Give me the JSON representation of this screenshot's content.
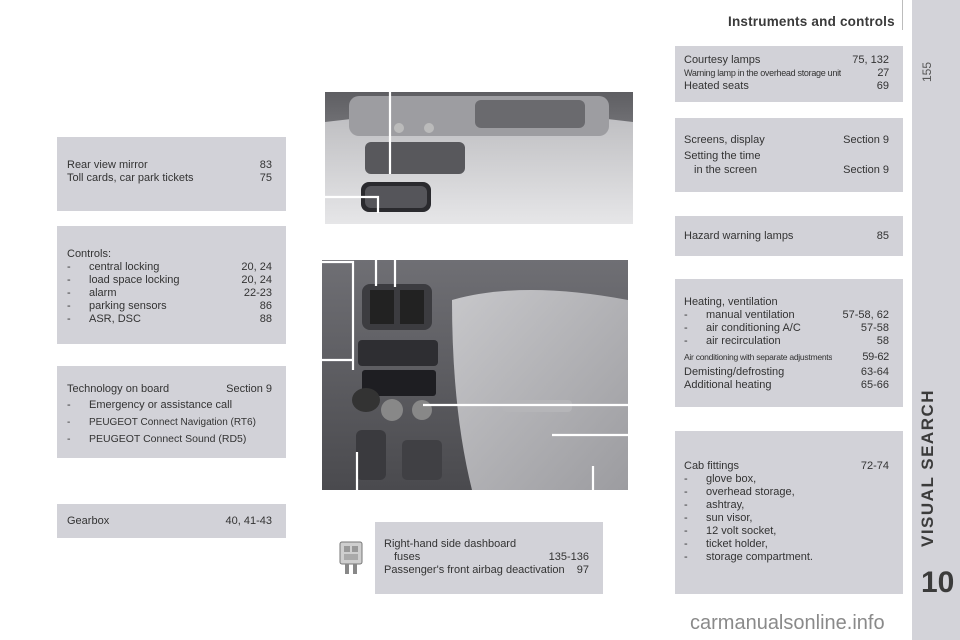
{
  "header": {
    "title": "Instruments and controls",
    "page_number": "155"
  },
  "sidebar": {
    "label": "VISUAL SEARCH",
    "chapter": "10"
  },
  "left": {
    "mirror": [
      {
        "label": "Rear view mirror",
        "page": "83"
      },
      {
        "label": "Toll cards, car park tickets",
        "page": "75"
      }
    ],
    "controls_title": "Controls:",
    "controls": [
      {
        "label": "central locking",
        "page": "20, 24"
      },
      {
        "label": "load space locking",
        "page": "20, 24"
      },
      {
        "label": "alarm",
        "page": "22-23"
      },
      {
        "label": "parking sensors",
        "page": "86"
      },
      {
        "label": "ASR, DSC",
        "page": "88"
      }
    ],
    "technology": {
      "label": "Technology on board",
      "page": "Section 9"
    },
    "technology_items": [
      "Emergency or assistance call",
      "PEUGEOT Connect Navigation (RT6)",
      "PEUGEOT Connect Sound (RD5)"
    ],
    "gearbox": {
      "label": "Gearbox",
      "page": "40, 41-43"
    }
  },
  "right": {
    "courtesy": {
      "label": "Courtesy lamps",
      "page": "75, 132"
    },
    "warning": {
      "label": "Warning lamp in the overhead storage unit",
      "page": "27"
    },
    "heated": {
      "label": "Heated seats",
      "page": "69"
    },
    "screens": {
      "label": "Screens, display",
      "page": "Section 9"
    },
    "setting": "Setting the time",
    "setting_sub": {
      "label": "in the screen",
      "page": "Section 9"
    },
    "hazard": {
      "label": "Hazard warning lamps",
      "page": "85"
    },
    "heating_title": "Heating, ventilation",
    "heating_items": [
      {
        "label": "manual ventilation",
        "page": "57-58, 62"
      },
      {
        "label": "air conditioning A/C",
        "page": "57-58"
      },
      {
        "label": "air recirculation",
        "page": "58"
      }
    ],
    "air_cond": {
      "label": "Air conditioning with separate adjustments",
      "page": "59-62"
    },
    "demisting": {
      "label": "Demisting/defrosting",
      "page": "63-64"
    },
    "additional": {
      "label": "Additional heating",
      "page": "65-66"
    },
    "cab": {
      "label": "Cab fittings",
      "page": "72-74"
    },
    "cab_items": [
      "glove box,",
      "overhead storage,",
      "ashtray,",
      "sun visor,",
      "12 volt socket,",
      "ticket holder,",
      "storage compartment."
    ]
  },
  "bottom": {
    "fuses_title": "Right-hand side dashboard",
    "fuses": {
      "label": "fuses",
      "page": "135-136"
    },
    "airbag": {
      "label": "Passenger's front airbag deactivation",
      "page": "97"
    }
  },
  "watermark": "carmanualsonline.info"
}
